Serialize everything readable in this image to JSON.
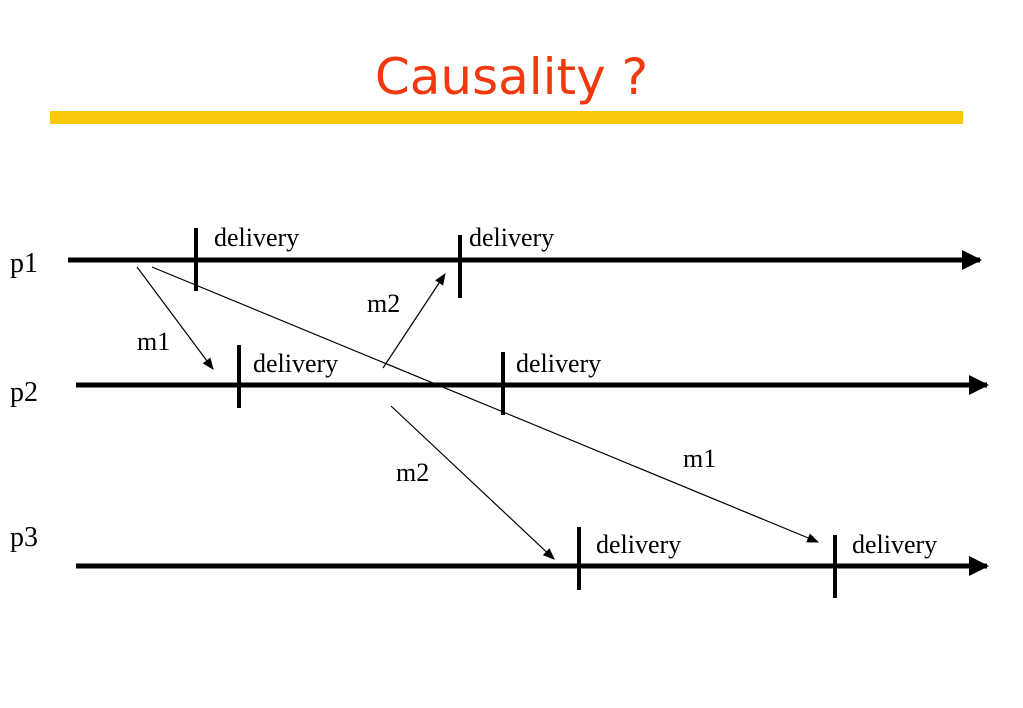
{
  "slide": {
    "title": "Causality ?",
    "accent_color": "#f2380e",
    "rule_color": "#f8c80c"
  },
  "diagram": {
    "processes": [
      {
        "label": "p1"
      },
      {
        "label": "p2"
      },
      {
        "label": "p3"
      }
    ],
    "delivery_labels": [
      "delivery",
      "delivery",
      "delivery",
      "delivery",
      "delivery",
      "delivery"
    ],
    "message_labels": {
      "m1_to_p2": "m1",
      "m2_to_p1": "m2",
      "m2_to_p3": "m2",
      "m1_to_p3": "m1"
    }
  }
}
